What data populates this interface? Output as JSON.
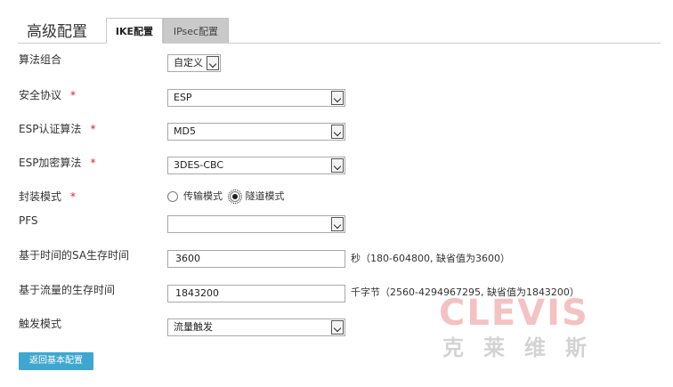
{
  "header": {
    "title": "高级配置",
    "tabs": [
      {
        "label": "IKE配置",
        "active": true
      },
      {
        "label": "IPsec配置",
        "active": false
      }
    ]
  },
  "form": {
    "algorithm_combo": {
      "label": "算法组合",
      "value": "自定义"
    },
    "security_protocol": {
      "label": "安全协议",
      "required_mark": "*",
      "value": "ESP"
    },
    "esp_auth": {
      "label": "ESP认证算法",
      "required_mark": "*",
      "value": "MD5"
    },
    "esp_encrypt": {
      "label": "ESP加密算法",
      "required_mark": "*",
      "value": "3DES-CBC"
    },
    "encap_mode": {
      "label": "封装模式",
      "required_mark": "*",
      "options": [
        {
          "label": "传输模式",
          "checked": false
        },
        {
          "label": "隧道模式",
          "checked": true
        }
      ]
    },
    "pfs": {
      "label": "PFS",
      "value": ""
    },
    "sa_lifetime_time": {
      "label": "基于时间的SA生存时间",
      "value": "3600",
      "hint": "秒（180-604800, 缺省值为3600）"
    },
    "sa_lifetime_traffic": {
      "label": "基于流量的生存时间",
      "value": "1843200",
      "hint": "千字节（2560-4294967295, 缺省值为1843200）"
    },
    "trigger_mode": {
      "label": "触发模式",
      "value": "流量触发"
    }
  },
  "actions": {
    "back_label": "返回基本配置"
  },
  "watermark": {
    "brand": "CLEVIS",
    "chinese": "克莱维斯"
  },
  "colors": {
    "required": "#e02020",
    "button": "#3fa7cf",
    "tab_inactive": "#c9c9c9"
  }
}
